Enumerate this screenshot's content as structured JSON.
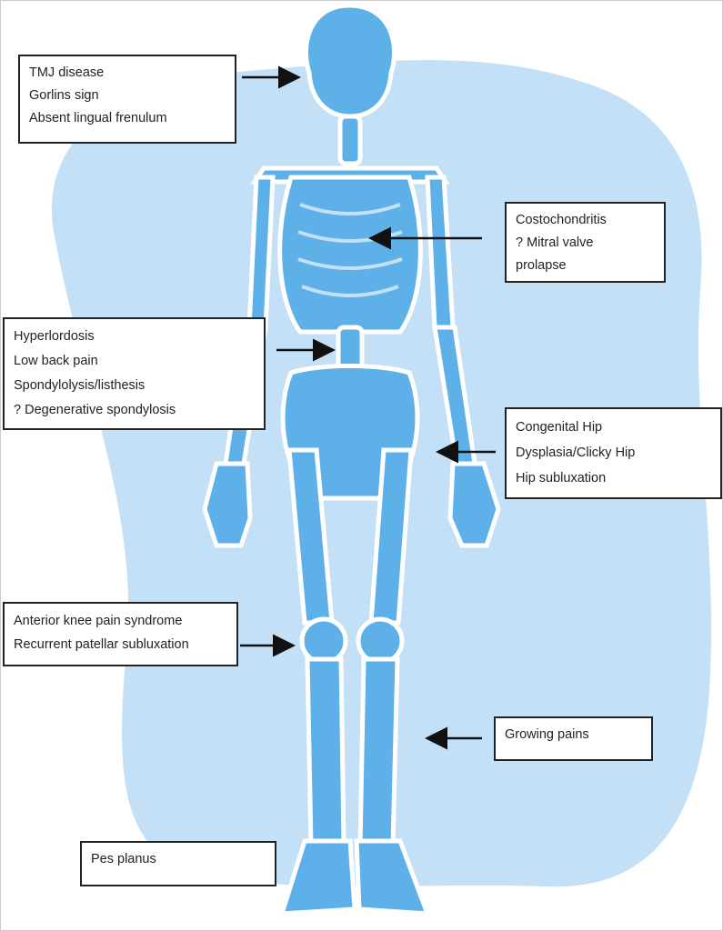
{
  "colors": {
    "background_blob": "#c3e0f6",
    "bone": "#5eb0e8",
    "bone_outline": "#ffffff",
    "arrow": "#111111"
  },
  "labels": [
    {
      "id": "jaw",
      "lines": [
        "TMJ disease",
        "Gorlins sign",
        "Absent lingual frenulum"
      ]
    },
    {
      "id": "chest",
      "lines": [
        "Costochondritis",
        "? Mitral valve",
        "prolapse"
      ]
    },
    {
      "id": "spine",
      "lines": [
        "Hyperlordosis",
        "Low back pain",
        "Spondylolysis/listhesis",
        "? Degenerative spondylosis"
      ]
    },
    {
      "id": "hip",
      "lines": [
        "Congenital Hip",
        "Dysplasia/Clicky Hip",
        "Hip subluxation"
      ]
    },
    {
      "id": "knee",
      "lines": [
        "Anterior knee pain syndrome",
        "Recurrent patellar subluxation"
      ]
    },
    {
      "id": "shin",
      "lines": [
        "Growing pains"
      ]
    },
    {
      "id": "foot",
      "lines": [
        "Pes planus"
      ]
    }
  ]
}
